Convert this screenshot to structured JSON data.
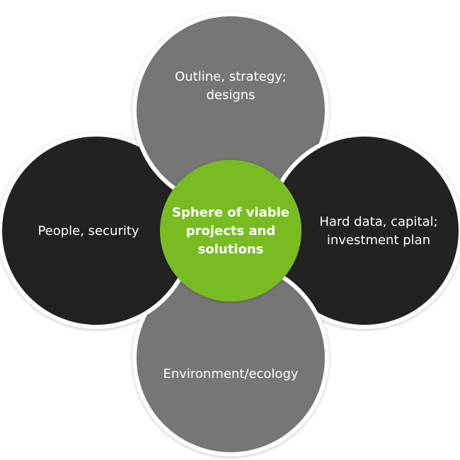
{
  "colors": {
    "gray": "#767676",
    "black": "#212121",
    "green": "#78bc22",
    "outline": "#ffffff"
  },
  "circles": {
    "top": {
      "label": "Outline, strategy; designs",
      "line1": "Outline, strategy;",
      "line2": "designs"
    },
    "left": {
      "label": "People, security"
    },
    "right": {
      "label": "Hard data, capital; investment plan",
      "line1": "Hard data, capital;",
      "line2": "investment plan"
    },
    "bottom": {
      "label": "Environment/ecology"
    },
    "center": {
      "label": "Sphere of viable projects and solutions",
      "line1": "Sphere of viable",
      "line2": "projects and",
      "line3": "solutions"
    }
  }
}
